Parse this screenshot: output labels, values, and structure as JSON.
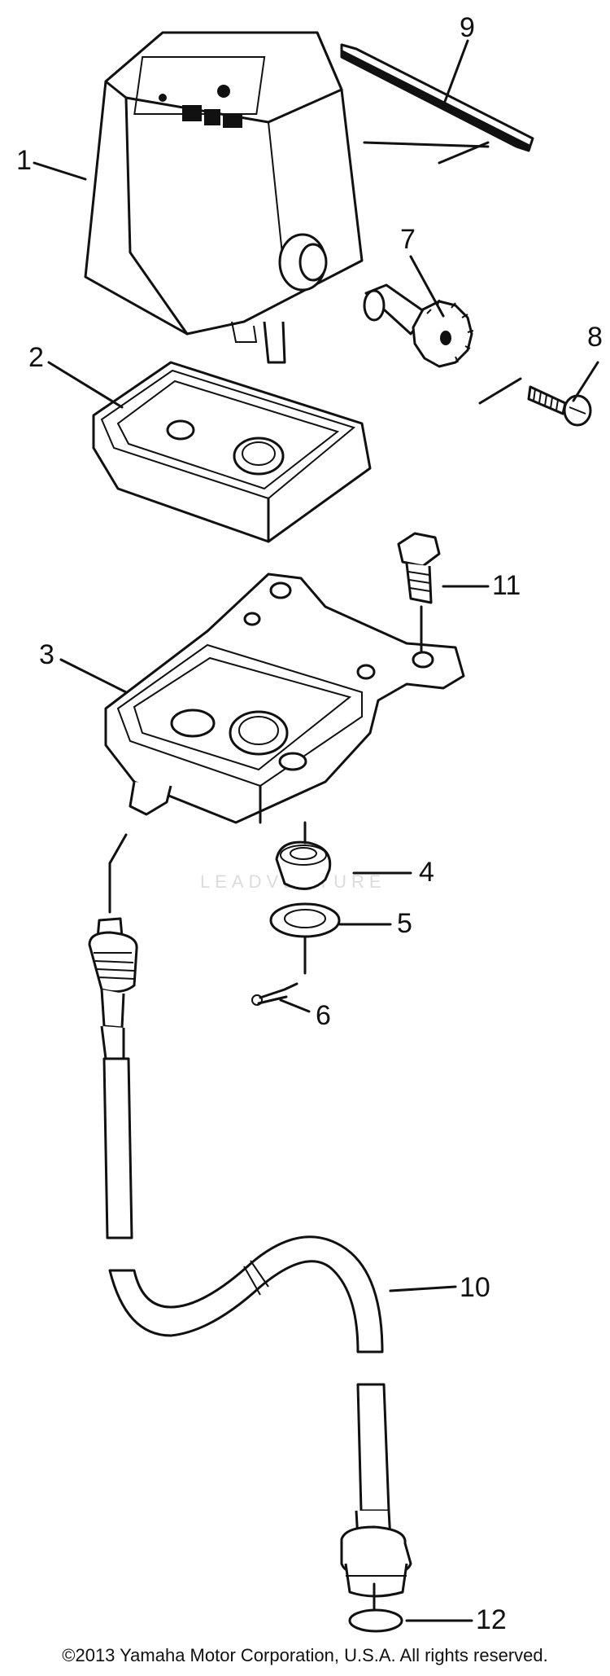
{
  "diagram": {
    "watermark": "LEADVENTURE",
    "callouts": {
      "p1": "1",
      "p2": "2",
      "p3": "3",
      "p4": "4",
      "p5": "5",
      "p6": "6",
      "p7": "7",
      "p8": "8",
      "p9": "9",
      "p10": "10",
      "p11": "11",
      "p12": "12"
    }
  },
  "footer": {
    "copyright": "©2013 Yamaha Motor Corporation, U.S.A. All rights reserved."
  }
}
